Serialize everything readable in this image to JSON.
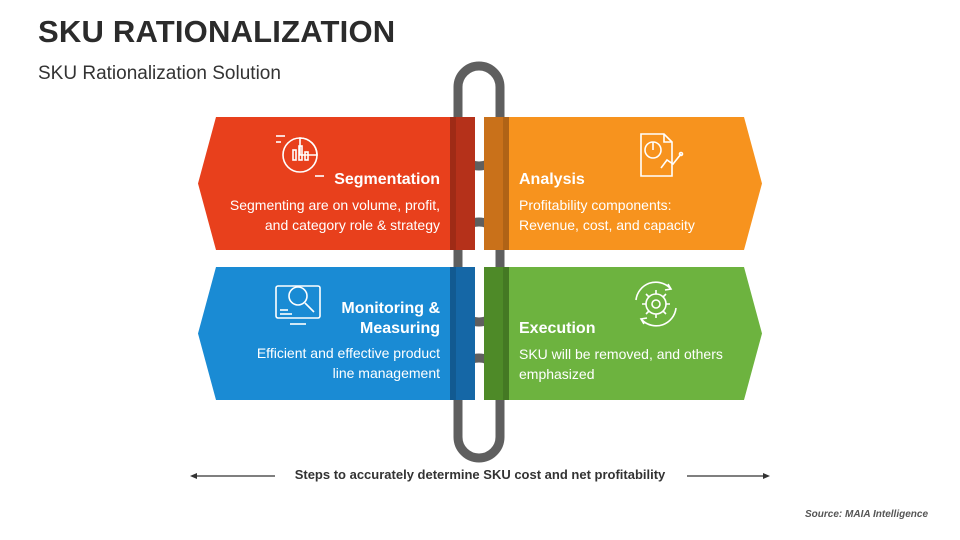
{
  "title": "SKU RATIONALIZATION",
  "subtitle": "SKU Rationalization Solution",
  "boxes": [
    {
      "title": "Segmentation",
      "desc_lines": [
        "Segmenting are on volume, profit,",
        "and category role & strategy"
      ],
      "color": "#E8401C",
      "band_color": "#B5311A",
      "icon": "pie-chart-icon"
    },
    {
      "title": "Analysis",
      "desc_lines": [
        "Profitability components:",
        "Revenue, cost, and capacity"
      ],
      "color": "#F7931E",
      "band_color": "#C9711A",
      "icon": "report-document-icon"
    },
    {
      "title_lines": [
        "Monitoring &",
        "Measuring"
      ],
      "desc_lines": [
        "Efficient and effective product",
        "line management"
      ],
      "color": "#1A8BD4",
      "band_color": "#1567A6",
      "icon": "monitor-magnifier-icon"
    },
    {
      "title": "Execution",
      "desc_lines": [
        "SKU will be removed, and others",
        "emphasized"
      ],
      "color": "#6DB33F",
      "band_color": "#4E8A28",
      "icon": "gear-cycle-icon"
    }
  ],
  "chain_color": "#5F5F5F",
  "caption": "Steps to accurately determine SKU cost and net profitability",
  "source": "Source: MAIA Intelligence"
}
